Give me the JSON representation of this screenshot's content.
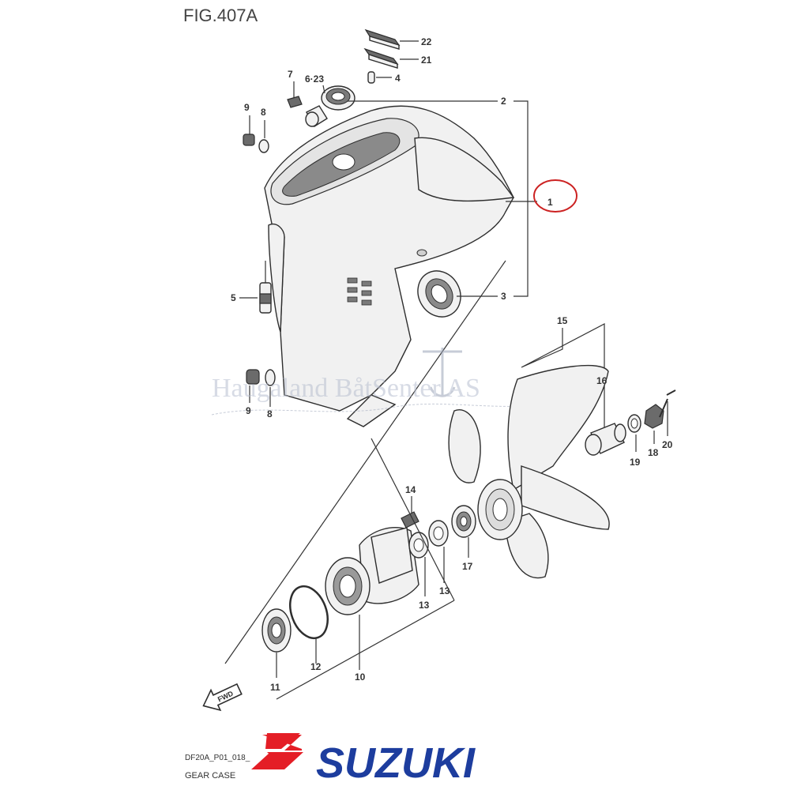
{
  "figure": {
    "title": "FIG.407A"
  },
  "callouts": [
    {
      "id": "22",
      "label": "22"
    },
    {
      "id": "21",
      "label": "21"
    },
    {
      "id": "4",
      "label": "4"
    },
    {
      "id": "7",
      "label": "7"
    },
    {
      "id": "6-23",
      "label": "6·23"
    },
    {
      "id": "2",
      "label": "2"
    },
    {
      "id": "9a",
      "label": "9"
    },
    {
      "id": "8a",
      "label": "8"
    },
    {
      "id": "1",
      "label": "1"
    },
    {
      "id": "5",
      "label": "5"
    },
    {
      "id": "3",
      "label": "3"
    },
    {
      "id": "15",
      "label": "15"
    },
    {
      "id": "16",
      "label": "16"
    },
    {
      "id": "9b",
      "label": "9"
    },
    {
      "id": "8b",
      "label": "8"
    },
    {
      "id": "20",
      "label": "20"
    },
    {
      "id": "18",
      "label": "18"
    },
    {
      "id": "19",
      "label": "19"
    },
    {
      "id": "14",
      "label": "14"
    },
    {
      "id": "17",
      "label": "17"
    },
    {
      "id": "13a",
      "label": "13"
    },
    {
      "id": "13b",
      "label": "13"
    },
    {
      "id": "12",
      "label": "12"
    },
    {
      "id": "10",
      "label": "10"
    },
    {
      "id": "11",
      "label": "11"
    }
  ],
  "highlight": {
    "part": "1",
    "color": "#cc2222"
  },
  "watermark": {
    "text": "Haugaland BåtSenter AS"
  },
  "direction_marker": {
    "label": "FWD"
  },
  "footer": {
    "code": "DF20A_P01_018_",
    "caption": "GEAR CASE",
    "brand": "SUZUKI",
    "brand_color": "#1d3d9e",
    "logo_color": "#e41e26"
  }
}
